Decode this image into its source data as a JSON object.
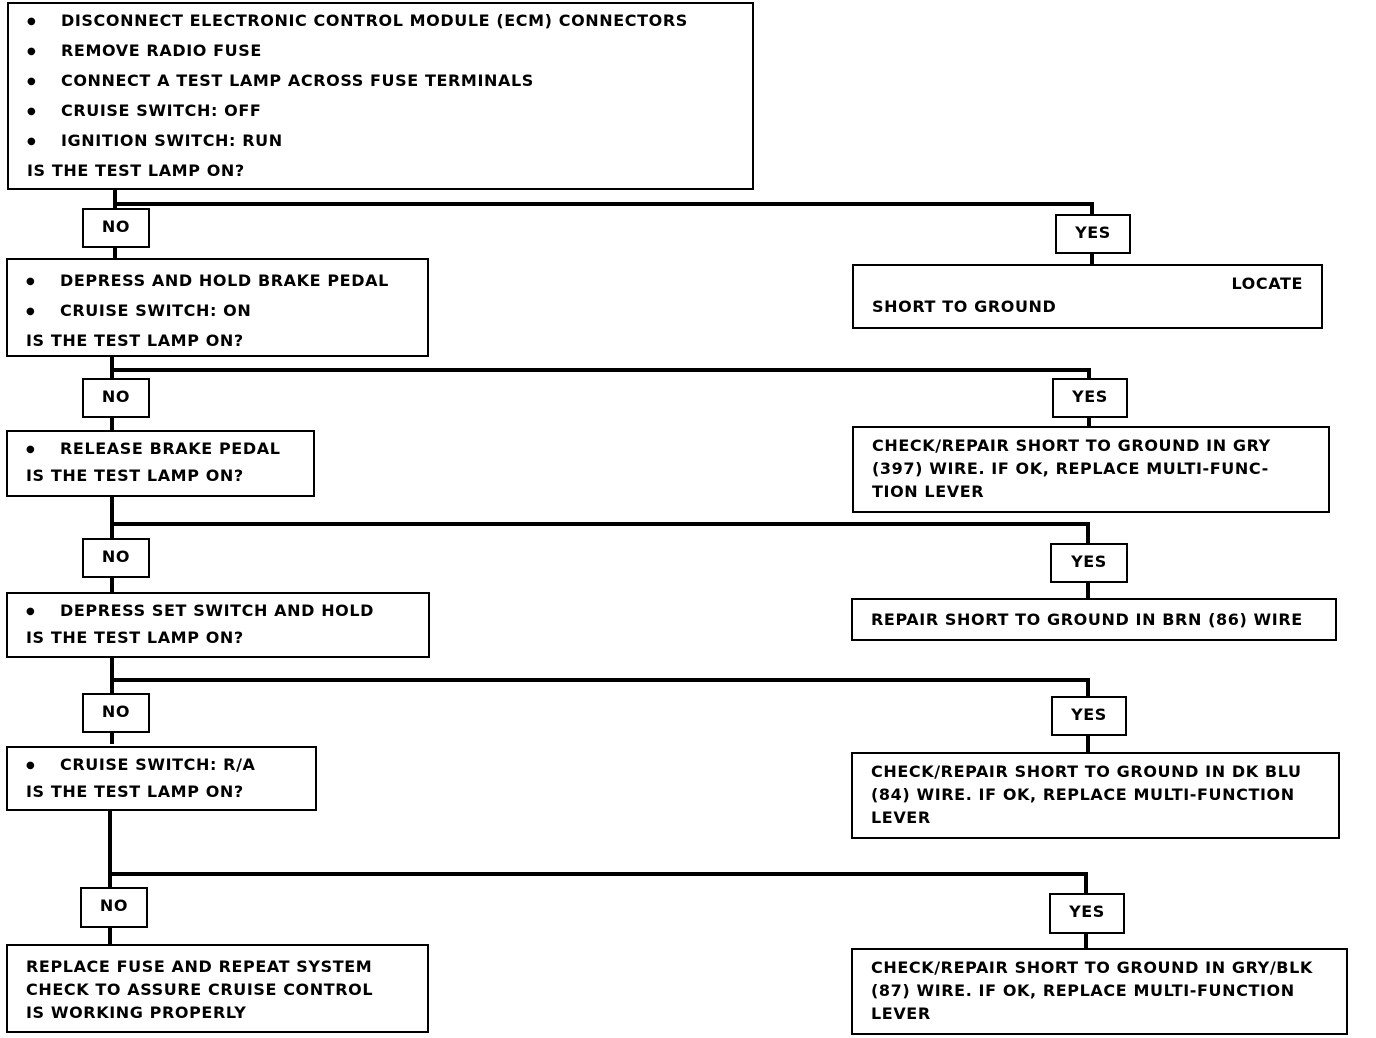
{
  "steps": [
    {
      "bullets": [
        "DISCONNECT ELECTRONIC CONTROL MODULE (ECM) CONNECTORS",
        "REMOVE RADIO FUSE",
        "CONNECT A TEST LAMP ACROSS FUSE TERMINALS",
        "CRUISE SWITCH: OFF",
        "IGNITION SWITCH: RUN"
      ],
      "question": "IS THE TEST LAMP ON?"
    },
    {
      "bullets": [
        "DEPRESS AND HOLD BRAKE PEDAL",
        "CRUISE SWITCH: ON"
      ],
      "question": "IS THE TEST LAMP ON?"
    },
    {
      "bullets": [
        "RELEASE BRAKE PEDAL"
      ],
      "question": "IS THE TEST LAMP ON?"
    },
    {
      "bullets": [
        "DEPRESS SET SWITCH AND HOLD"
      ],
      "question": "IS THE TEST LAMP ON?"
    },
    {
      "bullets": [
        "CRUISE SWITCH: R/A"
      ],
      "question": "IS THE TEST LAMP ON?"
    },
    {
      "lines": [
        "REPLACE FUSE AND REPEAT SYSTEM",
        "CHECK TO ASSURE CRUISE CONTROL",
        "IS WORKING PROPERLY"
      ]
    }
  ],
  "no_label": "NO",
  "yes_label": "YES",
  "results": [
    {
      "line1": "LOCATE",
      "line2": "SHORT TO GROUND"
    },
    {
      "lines": [
        "CHECK/REPAIR SHORT TO GROUND IN GRY",
        "(397) WIRE.  IF OK, REPLACE MULTI-FUNC-",
        "TION LEVER"
      ]
    },
    {
      "lines": [
        "REPAIR SHORT TO GROUND IN BRN (86) WIRE"
      ]
    },
    {
      "lines": [
        "CHECK/REPAIR SHORT TO GROUND IN DK BLU",
        "(84) WIRE. IF OK, REPLACE MULTI-FUNCTION",
        "LEVER"
      ]
    },
    {
      "lines": [
        "CHECK/REPAIR SHORT TO GROUND IN GRY/BLK",
        "(87) WIRE. IF OK, REPLACE MULTI-FUNCTION",
        "LEVER"
      ]
    }
  ]
}
